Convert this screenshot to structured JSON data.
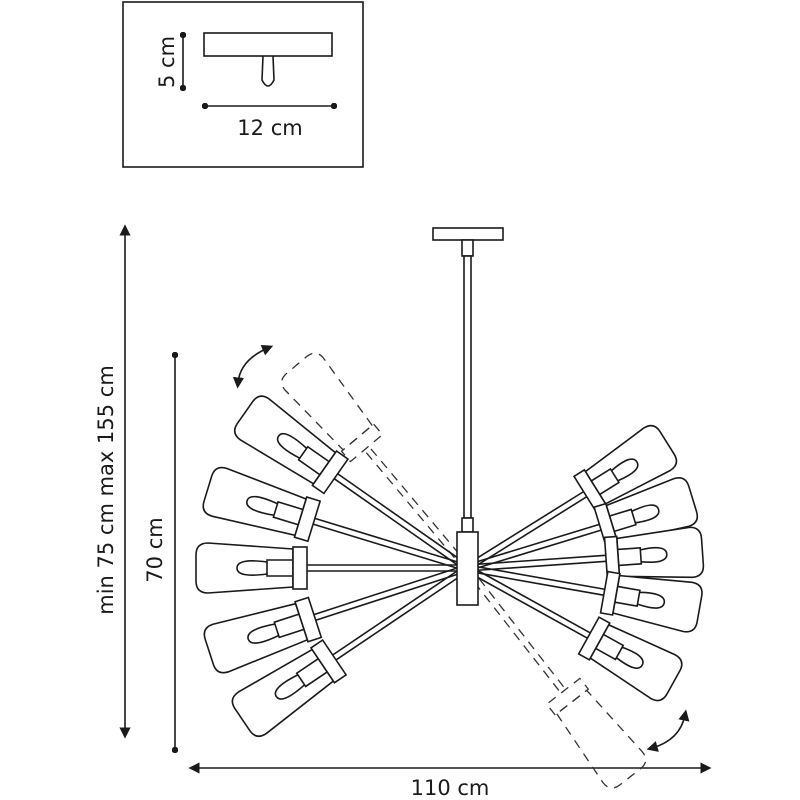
{
  "detail_box": {
    "height_label": "5 cm",
    "width_label": "12 cm"
  },
  "dimensions": {
    "total_height_label": "min 75 cm max 155 cm",
    "body_height_label": "70 cm",
    "width_label": "110 cm"
  },
  "lamps": {
    "left_angles": [
      35,
      17,
      0,
      -18,
      -34
    ],
    "right_angles": [
      148,
      163,
      176,
      190,
      209
    ],
    "adjustable_ghost_angles": [
      50,
      -128
    ]
  },
  "colors": {
    "line": "#1a1a1a",
    "background": "#ffffff"
  }
}
